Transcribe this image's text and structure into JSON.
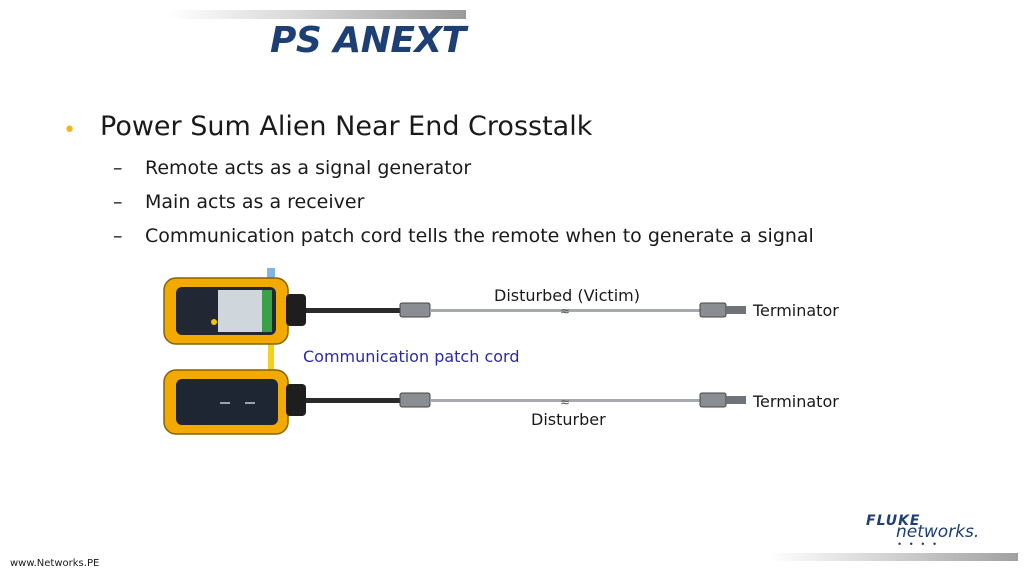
{
  "slide": {
    "title": "PS ANEXT",
    "bullet": "Power Sum Alien Near End Crosstalk",
    "sub_items": [
      "Remote acts as a signal generator",
      "Main acts as a receiver",
      "Communication patch cord tells the remote when to generate a signal"
    ]
  },
  "diagram": {
    "victim_label": "Disturbed (Victim)",
    "disturber_label": "Disturber",
    "terminator_top": "Terminator",
    "terminator_bottom": "Terminator",
    "patch_cord_label": "Communication patch cord"
  },
  "footer": {
    "url": "www.Networks.PE",
    "logo_brand": "FLUKE",
    "logo_sub": "networks."
  },
  "colors": {
    "title": "#1d3f73",
    "bullet_dot": "#f3b61f",
    "tester_body": "#f2a900",
    "patch_cord_text": "#2a2aa8"
  }
}
